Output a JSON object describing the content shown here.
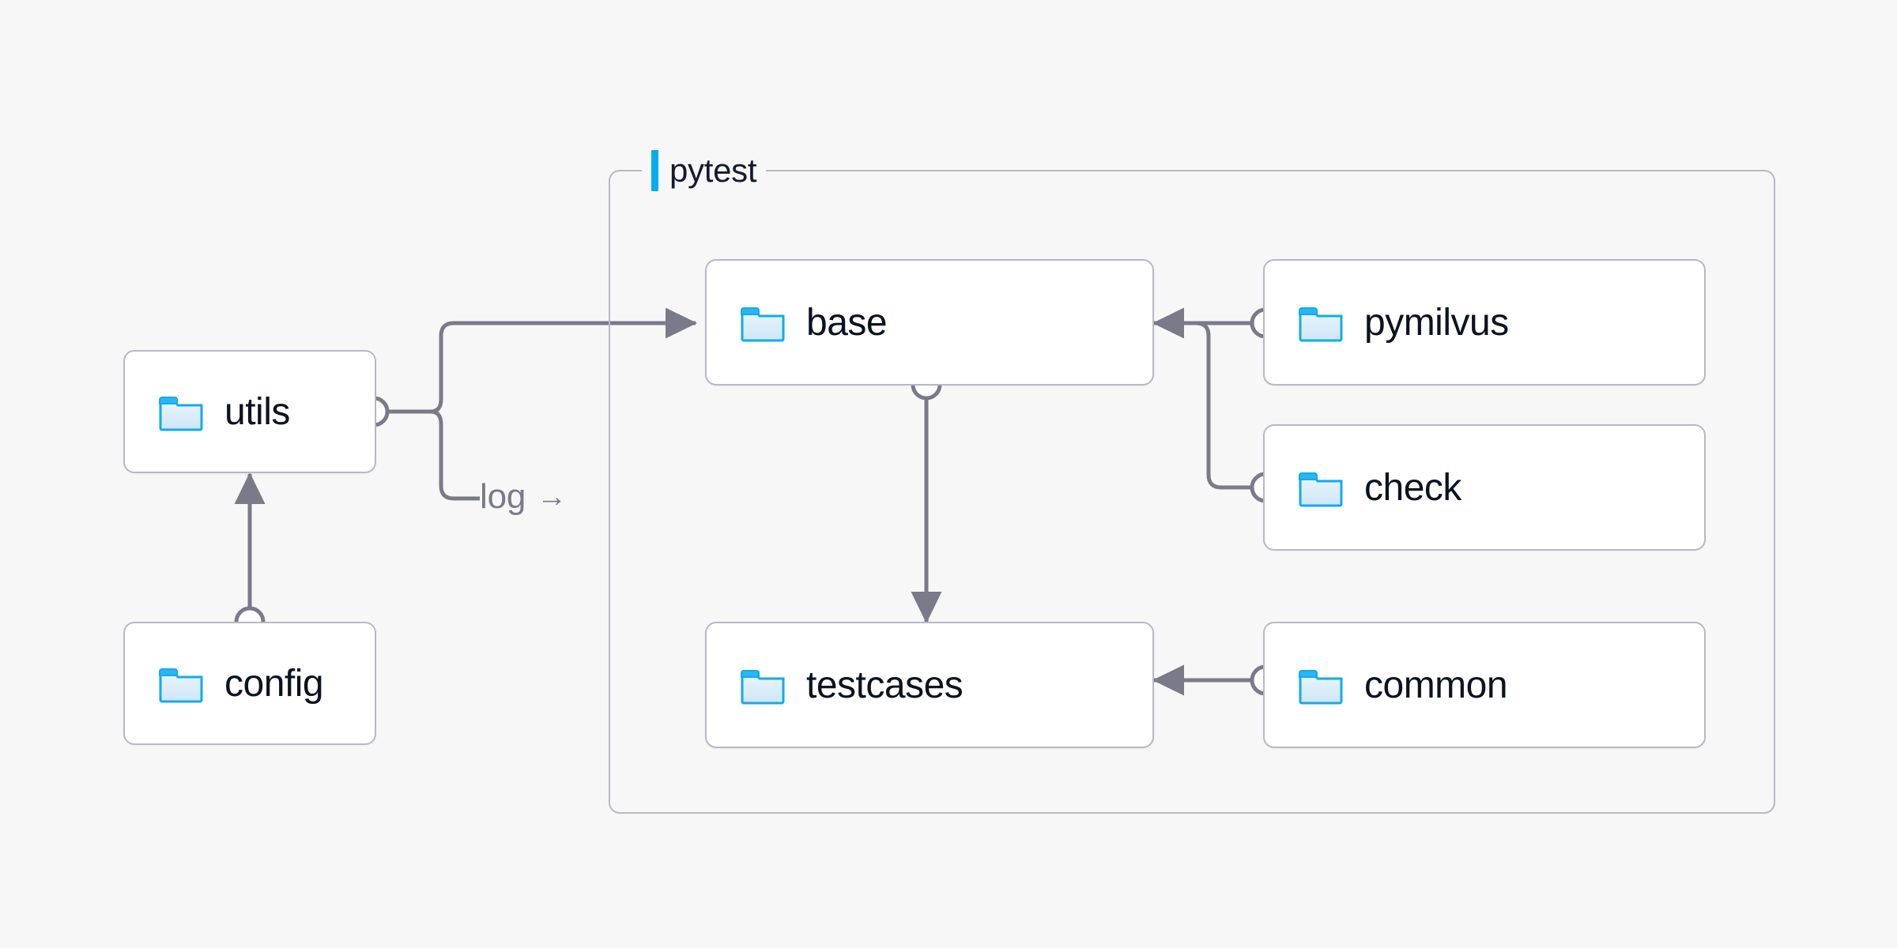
{
  "diagram": {
    "title": "pytest",
    "background_color": "#f7f7f8",
    "accent_color": "#05acee",
    "node_border_color": "#b9b8c4",
    "node_fill_color": "#ffffff",
    "edge_color": "#7a7a89",
    "label_color": "#0b1220"
  },
  "group": {
    "name": "pytest",
    "label": "pytest"
  },
  "nodes": [
    {
      "id": "utils",
      "label": "utils",
      "icon": "folder-icon",
      "group": "outside"
    },
    {
      "id": "config",
      "label": "config",
      "icon": "folder-icon",
      "group": "outside"
    },
    {
      "id": "base",
      "label": "base",
      "icon": "folder-icon",
      "group": "pytest"
    },
    {
      "id": "testcases",
      "label": "testcases",
      "icon": "folder-icon",
      "group": "pytest"
    },
    {
      "id": "pymilvus",
      "label": "pymilvus",
      "icon": "folder-icon",
      "group": "pytest"
    },
    {
      "id": "check",
      "label": "check",
      "icon": "folder-icon",
      "group": "pytest"
    },
    {
      "id": "common",
      "label": "common",
      "icon": "folder-icon",
      "group": "pytest"
    }
  ],
  "edges": [
    {
      "id": "utils-base",
      "from": "utils",
      "to": "base",
      "label": ""
    },
    {
      "id": "utils-log",
      "from": "utils",
      "to": "",
      "label": "log"
    },
    {
      "id": "config-utils",
      "from": "config",
      "to": "utils",
      "label": ""
    },
    {
      "id": "base-testcases",
      "from": "base",
      "to": "testcases",
      "label": ""
    },
    {
      "id": "pymilvus-base",
      "from": "pymilvus",
      "to": "base",
      "label": ""
    },
    {
      "id": "check-base",
      "from": "check",
      "to": "base",
      "label": ""
    },
    {
      "id": "common-testcases",
      "from": "common",
      "to": "testcases",
      "label": ""
    }
  ],
  "edge_labels": {
    "log": "log",
    "log_arrow": "→"
  }
}
